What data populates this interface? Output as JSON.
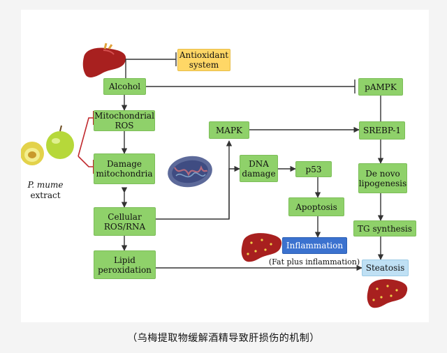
{
  "nodes": {
    "antioxidant": "Antioxidant\nsystem",
    "alcohol": "Alcohol",
    "mito_ros": "Mitochondrial\nROS",
    "damage_mito": "Damage\nmitochondria",
    "cellular_ros": "Cellular\nROS/RNA",
    "lipid_perox": "Lipid\nperoxidation",
    "mapk": "MAPK",
    "dna_damage": "DNA\ndamage",
    "p53": "p53",
    "apoptosis": "Apoptosis",
    "inflammation": "Inflammation",
    "pampk": "pAMPK",
    "srebp1": "SREBP-1",
    "de_novo": "De novo\nlipogenesis",
    "tg_synthesis": "TG synthesis",
    "steatosis": "Steatosis"
  },
  "labels": {
    "p_mume": "P. mume",
    "extract": "extract",
    "fat_inflammation": "(Fat plus inflammation)"
  },
  "caption": "（乌梅提取物缓解酒精导致肝损伤的机制）",
  "colors": {
    "node_green": "#8fd16a",
    "node_yellow": "#ffd766",
    "node_blue": "#3b72cf",
    "node_lightblue": "#bfe0f4",
    "inhibit_red": "#c0282d",
    "liver": "#a8201f"
  },
  "icons": [
    "liver-icon",
    "plum-fruit-icon",
    "mitochondrion-icon"
  ]
}
